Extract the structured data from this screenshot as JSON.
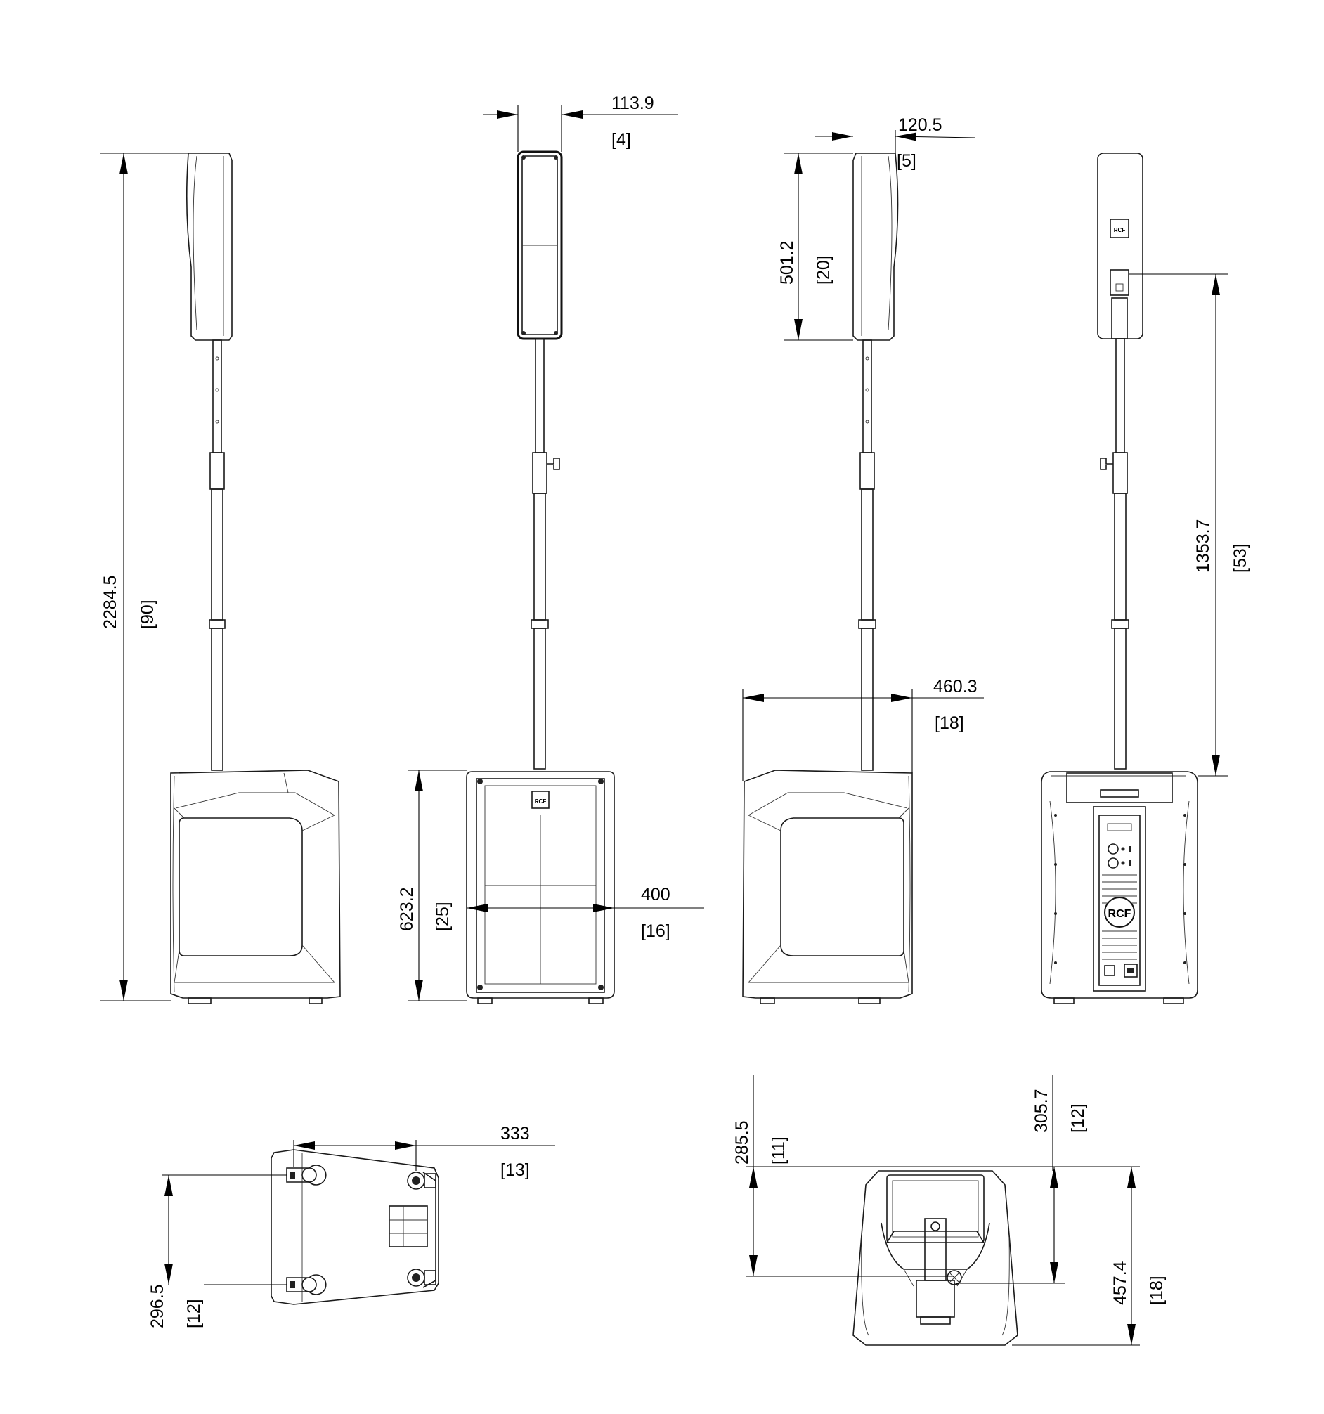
{
  "dimensions": {
    "total_height": {
      "mm": "2284.5",
      "in": "[90]"
    },
    "column_depth": {
      "mm": "113.9",
      "in": "[4]"
    },
    "column_offset": {
      "mm": "120.5",
      "in": "[5]"
    },
    "column_height": {
      "mm": "501.2",
      "in": "[20]"
    },
    "sub_depth": {
      "mm": "460.3",
      "in": "[18]"
    },
    "sub_height": {
      "mm": "623.2",
      "in": "[25]"
    },
    "sub_width": {
      "mm": "400",
      "in": "[16]"
    },
    "column_top_to_sub": {
      "mm": "1353.7",
      "in": "[53]"
    },
    "foot_spacing_x": {
      "mm": "333",
      "in": "[13]"
    },
    "foot_spacing_y": {
      "mm": "296.5",
      "in": "[12]"
    },
    "top_view_a": {
      "mm": "285.5",
      "in": "[11]"
    },
    "top_view_b": {
      "mm": "305.7",
      "in": "[12]"
    },
    "top_view_c": {
      "mm": "457.4",
      "in": "[18]"
    }
  },
  "logos": [
    "RCF"
  ]
}
